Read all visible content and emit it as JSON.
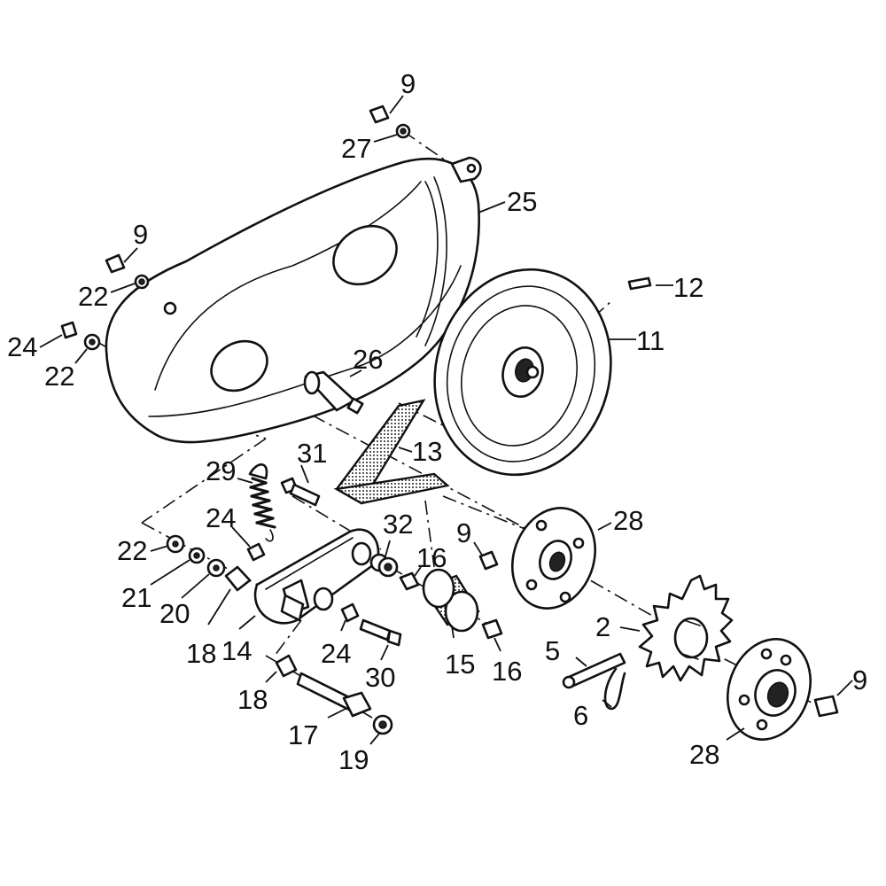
{
  "callouts": [
    {
      "id": "9a",
      "text": "9"
    },
    {
      "id": "27",
      "text": "27"
    },
    {
      "id": "25",
      "text": "25"
    },
    {
      "id": "9b",
      "text": "9"
    },
    {
      "id": "22a",
      "text": "22"
    },
    {
      "id": "24a",
      "text": "24"
    },
    {
      "id": "22b",
      "text": "22"
    },
    {
      "id": "26",
      "text": "26"
    },
    {
      "id": "12",
      "text": "12"
    },
    {
      "id": "11",
      "text": "11"
    },
    {
      "id": "13",
      "text": "13"
    },
    {
      "id": "31",
      "text": "31"
    },
    {
      "id": "29",
      "text": "29"
    },
    {
      "id": "32",
      "text": "32"
    },
    {
      "id": "16a",
      "text": "16"
    },
    {
      "id": "24b",
      "text": "24"
    },
    {
      "id": "22c",
      "text": "22"
    },
    {
      "id": "21",
      "text": "21"
    },
    {
      "id": "20",
      "text": "20"
    },
    {
      "id": "18a",
      "text": "18"
    },
    {
      "id": "14",
      "text": "14"
    },
    {
      "id": "24c",
      "text": "24"
    },
    {
      "id": "30",
      "text": "30"
    },
    {
      "id": "15",
      "text": "15"
    },
    {
      "id": "16b",
      "text": "16"
    },
    {
      "id": "9c",
      "text": "9"
    },
    {
      "id": "28a",
      "text": "28"
    },
    {
      "id": "2",
      "text": "2"
    },
    {
      "id": "5",
      "text": "5"
    },
    {
      "id": "6",
      "text": "6"
    },
    {
      "id": "9d",
      "text": "9"
    },
    {
      "id": "28b",
      "text": "28"
    },
    {
      "id": "18b",
      "text": "18"
    },
    {
      "id": "17",
      "text": "17"
    },
    {
      "id": "19",
      "text": "19"
    }
  ]
}
